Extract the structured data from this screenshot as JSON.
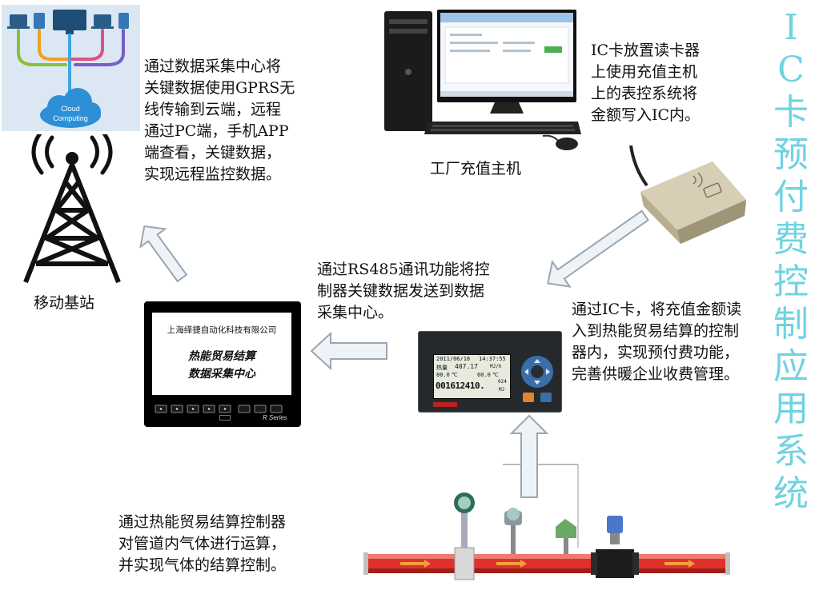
{
  "vertical_title": [
    "I",
    "C",
    "卡",
    "预",
    "付",
    "费",
    "控",
    "制",
    "应",
    "用",
    "系",
    "统"
  ],
  "cloud_label": [
    "Cloud",
    "Computing"
  ],
  "texts": {
    "cloud_desc": "通过数据采集中心将\n关键数据使用GPRS无\n线传输到云端，远程\n通过PC端，手机APP\n端查看，关键数据，\n实现远程监控数据。",
    "tower_label": "移动基站",
    "pc_label": "工厂充值主机",
    "card_reader_desc": "IC卡放置读卡器\n上使用充值主机\n上的表控系统将\n金额写入IC内。",
    "rs485_desc": "通过RS485通讯功能将控\n制器关键数据发送到数据\n采集中心。",
    "ic_card_desc": "通过IC卡，将充值金额读\n入到热能贸易结算的控制\n器内，实现预付费功能，\n完善供暖企业收费管理。",
    "pipe_desc": "通过热能贸易结算控制器\n对管道内气体进行运算，\n并实现气体的结算控制。"
  },
  "hmi": {
    "company": "上海绎捷自动化科技有限公司",
    "line1": "热能贸易结算",
    "line2": "数据采集中心",
    "brand": "R Series"
  },
  "controller": {
    "date": "2011/06/18",
    "time": "14:37:55",
    "label_heat": "热量",
    "power": "407.17",
    "power_unit": "MJ/h",
    "temp1": "80.0",
    "temp2": "60.0",
    "temp_unit": "℃",
    "total": "001612410.",
    "total_frac": "024",
    "total_unit": "MJ"
  },
  "colors": {
    "title_cyan": "#6fd3e0",
    "pipe_red": "#e0302a",
    "arrow_fill": "#eef3f8",
    "arrow_stroke": "#9aa6b2"
  }
}
